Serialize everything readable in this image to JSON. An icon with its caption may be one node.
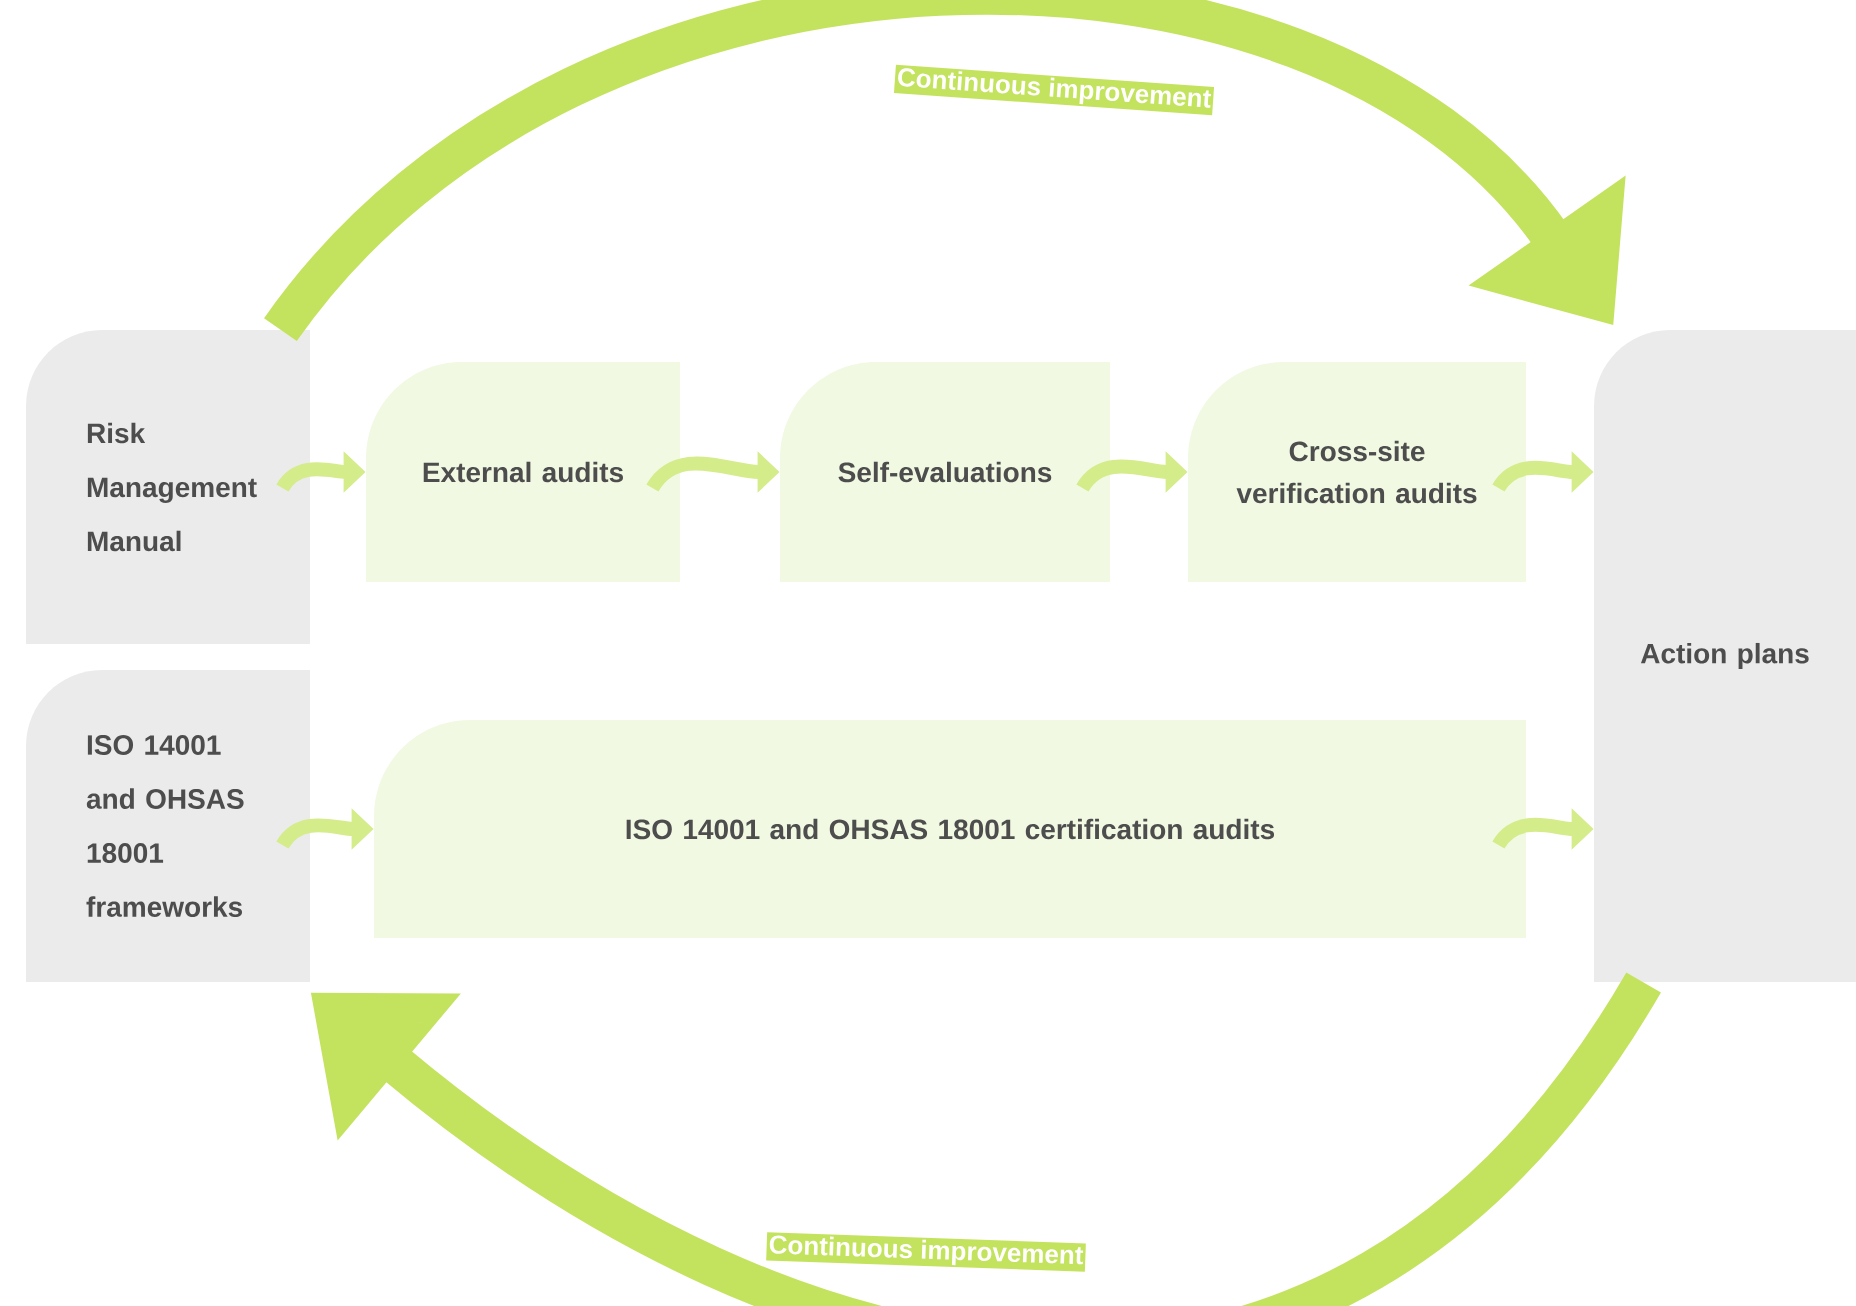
{
  "diagram": {
    "nodes": [
      {
        "text": [
          "Risk Management Manual"
        ]
      },
      {
        "text": [
          "External audits"
        ]
      },
      {
        "text": [
          "Self-evaluations"
        ]
      },
      {
        "text": [
          "Cross-site verification audits"
        ]
      },
      {
        "text": [
          "ISO 14001 and OHSAS 18001 frameworks"
        ]
      },
      {
        "text": [
          "ISO 14001 and OHSAS 18001 certification audits"
        ]
      },
      {
        "text": [
          "Action plans"
        ]
      }
    ],
    "edges": [
      {
        "from": 0,
        "to": 1,
        "arrow": "to"
      },
      {
        "from": 1,
        "to": 2,
        "arrow": "to"
      },
      {
        "from": 2,
        "to": 3,
        "arrow": "to"
      },
      {
        "from": 3,
        "to": 6,
        "arrow": "to"
      },
      {
        "from": 4,
        "to": 5,
        "arrow": "to"
      },
      {
        "from": 5,
        "to": 6,
        "arrow": "to"
      },
      {
        "from": 0,
        "to": 6,
        "arrow": "to",
        "label": "Continuous improvement",
        "style": "thick",
        "color": "#c3e35f"
      },
      {
        "from": 6,
        "to": 4,
        "arrow": "to",
        "label": "Continuous improvement",
        "style": "thick",
        "color": "#c3e35f"
      }
    ]
  }
}
